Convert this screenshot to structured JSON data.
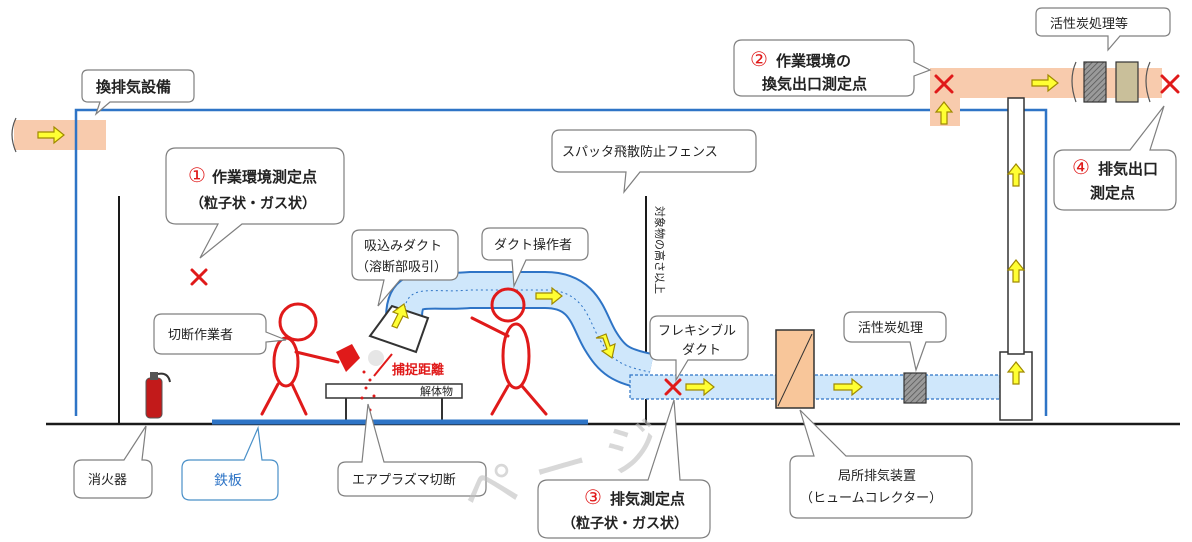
{
  "colors": {
    "frame": "#2e74c6",
    "duct_fill": "#cfe7fb",
    "duct_border": "#2e74c6",
    "arrow_fill": "#ffff33",
    "arrow_stroke": "#a08a00",
    "mark_red": "#e01a1a",
    "person_red": "#e01a1a",
    "pipe_fill": "#f8cbad",
    "collector_fill": "#f8c69a",
    "carbon_fill": "#8c8c8c",
    "carbon_tan": "#c9bf9a",
    "callout_border": "#7f7f7f",
    "floor": "#1a1a1a"
  },
  "labels": {
    "exhaust_equipment": "換排気設備",
    "pt1_num": "①",
    "pt1_title": "作業環境測定点",
    "pt1_sub": "（粒子状・ガス状）",
    "pt2_num": "②",
    "pt2_line1": "作業環境の",
    "pt2_line2": "換気出口測定点",
    "pt3_num": "③",
    "pt3_title": "排気測定点",
    "pt3_sub": "（粒子状・ガス状）",
    "pt4_num": "④",
    "pt4_line1": "排気出口",
    "pt4_line2": "測定点",
    "suction_duct_1": "吸込みダクト",
    "suction_duct_2": "（溶断部吸引）",
    "duct_operator": "ダクト操作者",
    "spatter_fence": "スパッタ飛散防止フェンス",
    "fence_height": "対象物の高さ以上",
    "cutter": "切断作業者",
    "capture_distance": "捕捉距離",
    "demolition_object": "解体物",
    "flexible_duct_1": "フレキシブル",
    "flexible_duct_2": "ダクト",
    "carbon_treatment": "活性炭処理",
    "carbon_treatment_etc": "活性炭処理等",
    "extinguisher": "消火器",
    "iron_plate": "鉄板",
    "air_plasma": "エアプラズマ切断",
    "local_exhaust_1": "局所排気装置",
    "local_exhaust_2": "（ヒュームコレクター）",
    "watermark": "ペ ー ジ"
  }
}
